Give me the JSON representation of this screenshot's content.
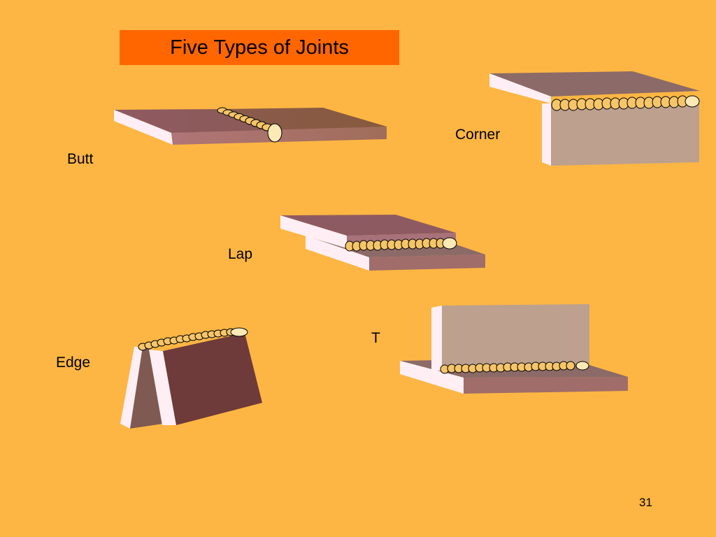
{
  "slide": {
    "title": "Five Types of Joints",
    "page_number": "31"
  },
  "joints": {
    "butt": "Butt",
    "corner": "Corner",
    "lap": "Lap",
    "edge": "Edge",
    "t": "T"
  },
  "colors": {
    "background": "#FDB643",
    "title_box": "#FF6600",
    "plate_edge_light": "#FFEFF5",
    "weld_bead": "#F6C56A"
  }
}
